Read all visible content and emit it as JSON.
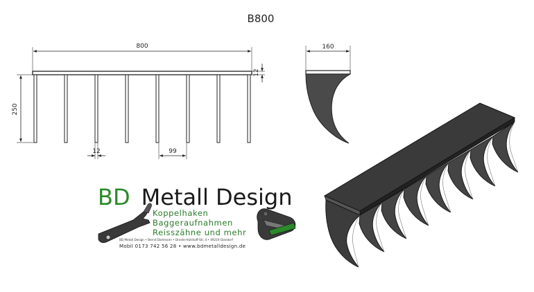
{
  "title": "B800",
  "front_view": {
    "width_dim": "800",
    "height_dim": "250",
    "thickness_dim": "12",
    "tine_width_dim": "12",
    "spacing_dim": "99"
  },
  "side_view": {
    "depth_dim": "160"
  },
  "logo": {
    "brand_bd": "BD",
    "brand_rest": "Metall Design",
    "line1": "Koppelhaken",
    "line2": "Baggeraufnahmen",
    "line3": "Reisszähne und mehr",
    "address": "BD Metall Design • Bernd Dartmann • Droste-Hülshoff-Str. 4 • 49219 Glandorf",
    "contact": "Mobil 0173 742 56 28 • www.bdmetalldesign.de",
    "green": "#2a8a2a"
  }
}
